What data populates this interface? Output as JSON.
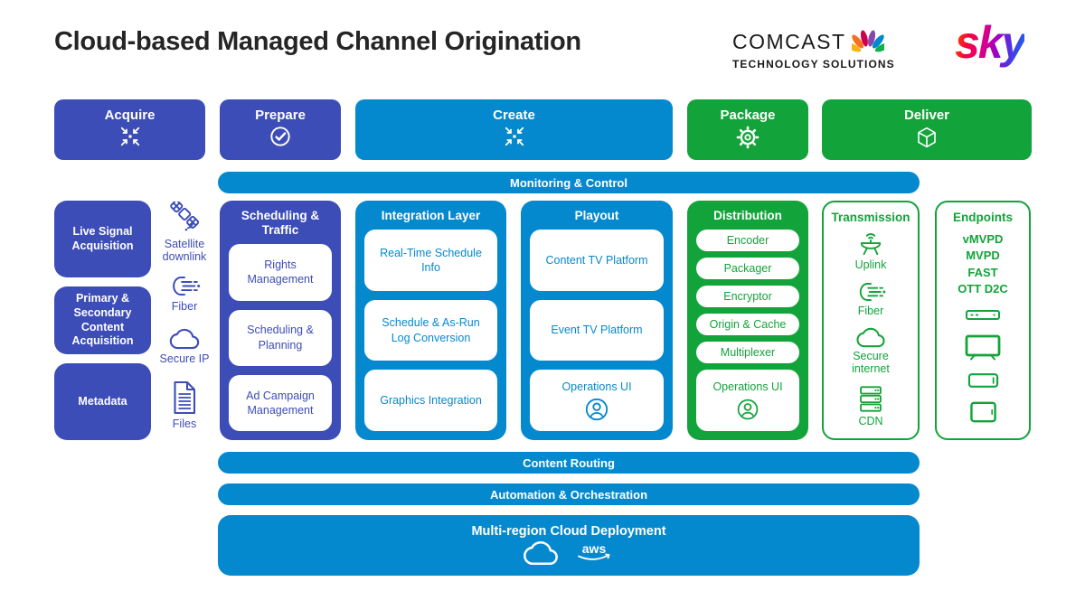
{
  "colors": {
    "indigo": "#3D4DB7",
    "blue": "#0589CE",
    "green": "#12A43A"
  },
  "header": {
    "title": "Cloud-based Managed Channel Origination",
    "comcast": {
      "name": "COMCAST",
      "division": "TECHNOLOGY SOLUTIONS",
      "logo_icon": "nbc-peacock-icon"
    },
    "sky": {
      "name": "sky"
    }
  },
  "phases": [
    {
      "label": "Acquire",
      "icon": "converge-arrows-icon"
    },
    {
      "label": "Prepare",
      "icon": "check-circle-icon"
    },
    {
      "label": "Create",
      "icon": "converge-arrows-icon"
    },
    {
      "label": "Package",
      "icon": "gear-icon"
    },
    {
      "label": "Deliver",
      "icon": "cube-icon"
    }
  ],
  "bars": {
    "monitoring": "Monitoring & Control",
    "content_routing": "Content Routing",
    "automation": "Automation & Orchestration"
  },
  "acquire_lane": {
    "boxes": [
      "Live Signal Acquisition",
      "Primary & Secondary Content Acquisition",
      "Metadata"
    ],
    "sources": [
      {
        "label": "Satellite downlink",
        "icon": "satellite-icon"
      },
      {
        "label": "Fiber",
        "icon": "fiber-icon"
      },
      {
        "label": "Secure IP",
        "icon": "cloud-icon"
      },
      {
        "label": "Files",
        "icon": "file-icon"
      }
    ]
  },
  "scheduling": {
    "title": "Scheduling & Traffic",
    "items": [
      "Rights Management",
      "Scheduling & Planning",
      "Ad Campaign Management"
    ]
  },
  "integration": {
    "title": "Integration Layer",
    "items": [
      "Real-Time Schedule Info",
      "Schedule & As-Run Log Conversion",
      "Graphics Integration"
    ]
  },
  "playout": {
    "title": "Playout",
    "items": [
      "Content TV Platform",
      "Event TV Platform"
    ],
    "ops": {
      "label": "Operations UI",
      "icon": "operator-icon"
    }
  },
  "distribution": {
    "title": "Distribution",
    "pills": [
      "Encoder",
      "Packager",
      "Encryptor",
      "Origin & Cache",
      "Multiplexer"
    ],
    "ops": {
      "label": "Operations UI",
      "icon": "operator-icon"
    }
  },
  "transmission": {
    "title": "Transmission",
    "items": [
      {
        "label": "Uplink",
        "icon": "satellite-dish-icon"
      },
      {
        "label": "Fiber",
        "icon": "fiber-icon"
      },
      {
        "label": "Secure internet",
        "icon": "cloud-icon"
      },
      {
        "label": "CDN",
        "icon": "cdn-server-icon"
      }
    ]
  },
  "endpoints": {
    "title": "Endpoints",
    "labels": [
      "vMVPD",
      "MVPD",
      "FAST",
      "OTT D2C"
    ],
    "devices": [
      "settop-box-icon",
      "tv-icon",
      "smartphone-icon",
      "tablet-icon"
    ]
  },
  "cloud_deployment": {
    "label": "Multi-region Cloud Deployment",
    "aws_text": "aws",
    "icons": [
      "cloud-icon",
      "aws-logo"
    ]
  }
}
